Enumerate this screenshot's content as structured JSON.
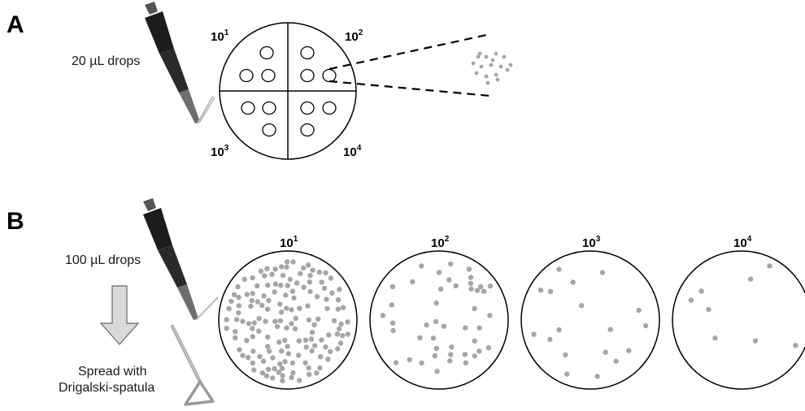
{
  "panel_a": {
    "letter": "A",
    "drop_label": "20 µL drops",
    "quadrants": [
      {
        "base": "10",
        "exp": "1"
      },
      {
        "base": "10",
        "exp": "2"
      },
      {
        "base": "10",
        "exp": "3"
      },
      {
        "base": "10",
        "exp": "4"
      }
    ]
  },
  "panel_b": {
    "letter": "B",
    "drop_label": "100 µL drops",
    "spread_label_line1": "Spread with",
    "spread_label_line2": "Drigalski-spatula",
    "plates": [
      {
        "base": "10",
        "exp": "1"
      },
      {
        "base": "10",
        "exp": "2"
      },
      {
        "base": "10",
        "exp": "3"
      },
      {
        "base": "10",
        "exp": "4"
      }
    ]
  },
  "colors": {
    "colony": "#a6a6a6",
    "outline": "#000000",
    "arrow_fill": "#d9d9d9",
    "pipette": "#1c1c1c"
  }
}
